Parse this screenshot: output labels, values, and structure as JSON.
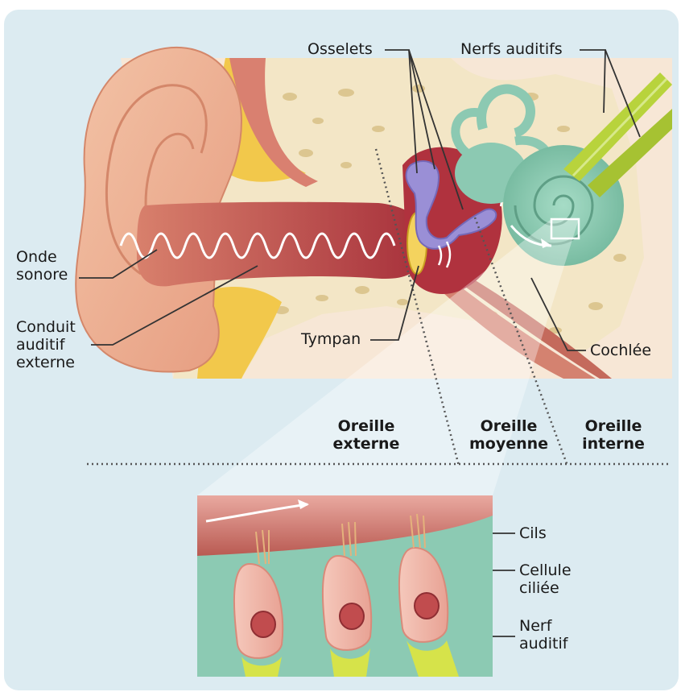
{
  "labels": {
    "onde_sonore": "Onde\nsonore",
    "conduit": "Conduit\nauditif\nexterne",
    "tympan": "Tympan",
    "osselets": "Osselets",
    "nerfs_auditifs": "Nerfs auditifs",
    "cochlee": "Cochlée",
    "cils": "Cils",
    "cellule_ciliee": "Cellule\nciliée",
    "nerf_auditif": "Nerf\nauditif"
  },
  "sections": {
    "externe": "Oreille\nexterne",
    "moyenne": "Oreille\nmoyenne",
    "interne": "Oreille\ninterne"
  },
  "colors": {
    "background": "#dcebf1",
    "skin": "#e9a88a",
    "canal": "#b9444a",
    "bone": "#f3e6c6",
    "cochlea": "#8cc9b2",
    "ossicles": "#9a8fd6",
    "nerve": "#b8d33c",
    "cell": "#f2b9aa",
    "yellow": "#f2c84b"
  }
}
